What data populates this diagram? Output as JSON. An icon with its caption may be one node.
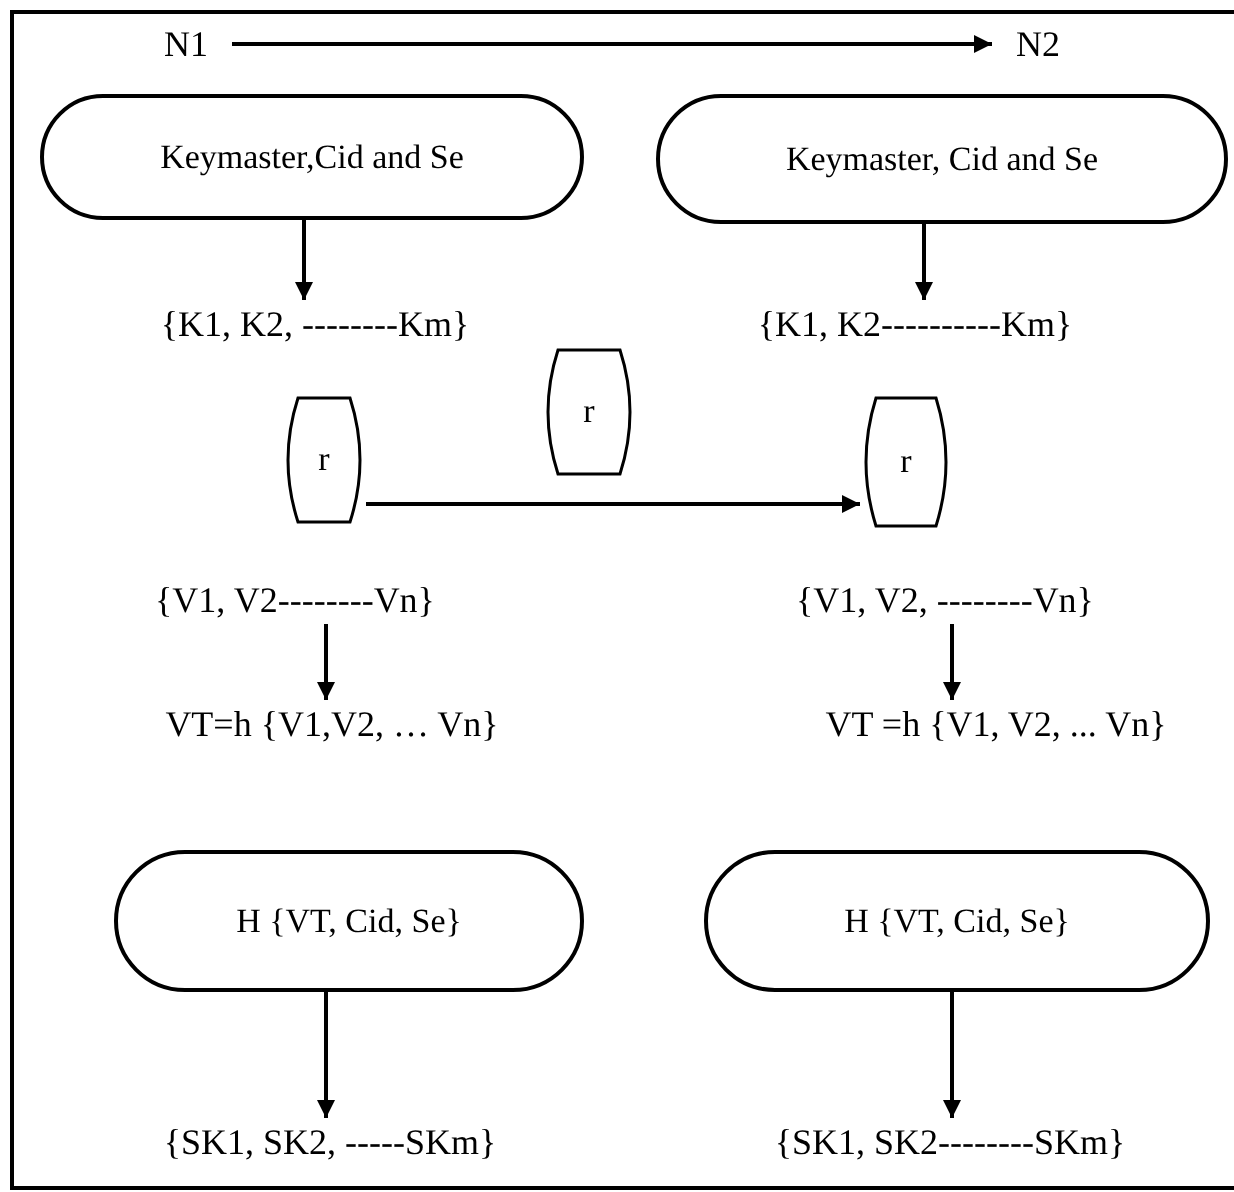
{
  "diagram": {
    "nodes": [
      {
        "text": [
          "N1"
        ]
      },
      {
        "text": [
          "N2"
        ]
      },
      {
        "text": [
          "Keymaster,Cid and Se"
        ]
      },
      {
        "text": [
          "Keymaster, Cid and Se"
        ]
      },
      {
        "text": [
          "{K1, K2, --------Km}"
        ]
      },
      {
        "text": [
          "{K1, K2----------Km}"
        ]
      },
      {
        "text": [
          "r"
        ]
      },
      {
        "text": [
          "r"
        ]
      },
      {
        "text": [
          "r"
        ]
      },
      {
        "text": [
          "{V1, V2--------Vn}"
        ]
      },
      {
        "text": [
          "{V1, V2, --------Vn}"
        ]
      },
      {
        "text": [
          "VT=h {V1,V2, … Vn}"
        ]
      },
      {
        "text": [
          "VT =h {V1, V2, ... Vn}"
        ]
      },
      {
        "text": [
          "H {VT, Cid, Se}"
        ]
      },
      {
        "text": [
          "H {VT, Cid, Se}"
        ]
      },
      {
        "text": [
          "{SK1, SK2, -----SKm}"
        ]
      },
      {
        "text": [
          "{SK1, SK2--------SKm}"
        ]
      }
    ],
    "edges": [
      {
        "from": 0,
        "to": 1,
        "arrow": "to"
      },
      {
        "from": 2,
        "to": 4,
        "arrow": "to"
      },
      {
        "from": 3,
        "to": 5,
        "arrow": "to"
      },
      {
        "from": 6,
        "to": 8,
        "arrow": "to"
      },
      {
        "from": 9,
        "to": 11,
        "arrow": "to"
      },
      {
        "from": 10,
        "to": 12,
        "arrow": "to"
      },
      {
        "from": 13,
        "to": 15,
        "arrow": "to"
      },
      {
        "from": 14,
        "to": 16,
        "arrow": "to"
      }
    ]
  }
}
